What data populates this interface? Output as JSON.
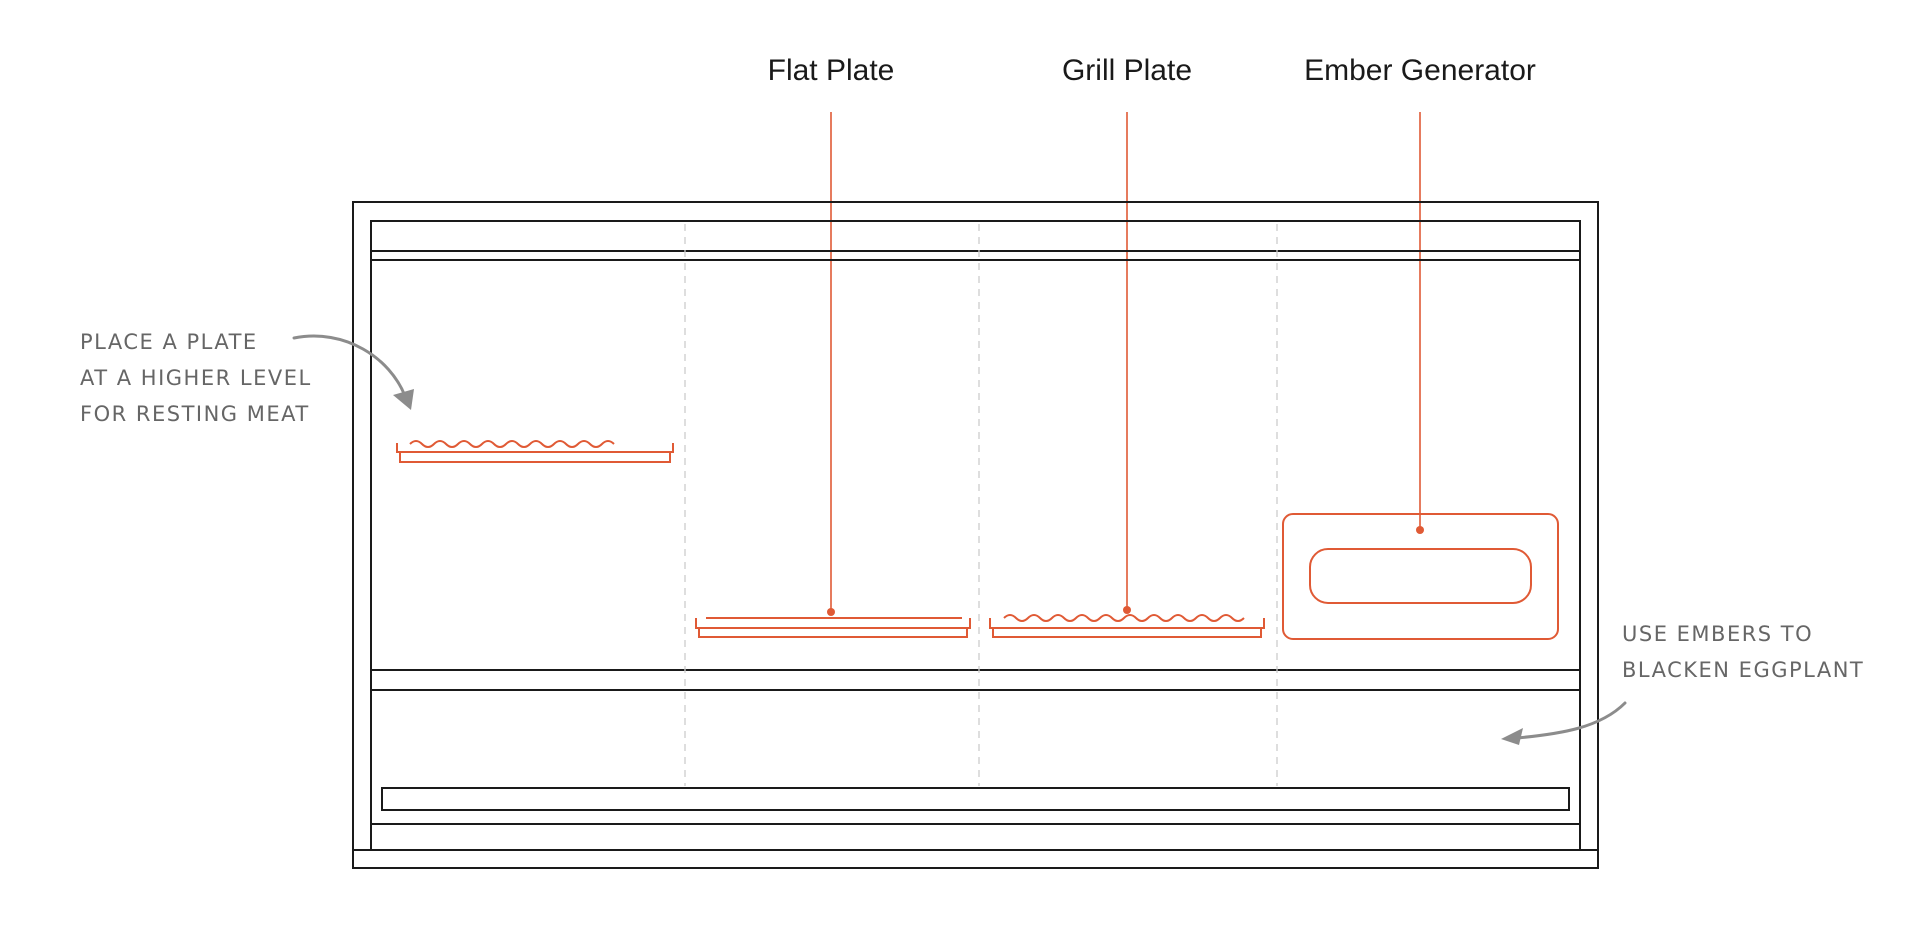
{
  "callouts": {
    "flat_plate": "Flat Plate",
    "grill_plate": "Grill Plate",
    "ember_generator": "Ember Generator"
  },
  "notes": {
    "left": [
      "PLACE A PLATE",
      "AT A HIGHER LEVEL",
      "FOR RESTING MEAT"
    ],
    "right": [
      "USE EMBERS TO",
      "BLACKEN EGGPLANT"
    ]
  },
  "colors": {
    "accent": "#e05a35",
    "outline": "#1a1a1a",
    "note_text": "#666666",
    "guide": "#cccccc"
  }
}
